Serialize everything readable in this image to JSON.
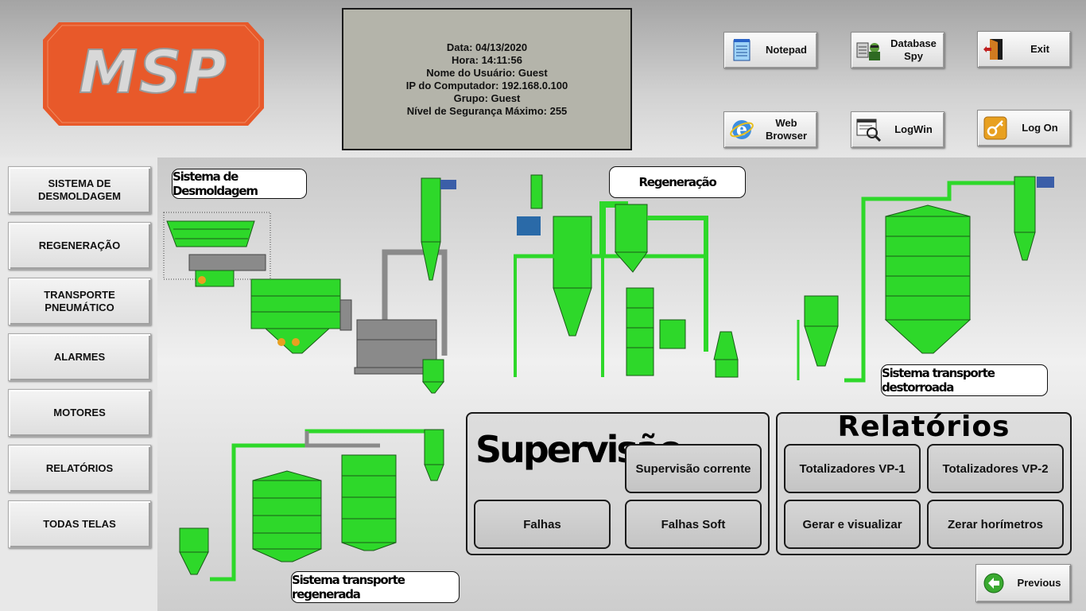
{
  "logo": {
    "text": "MSP",
    "color": "#e8592a"
  },
  "info": {
    "lines": [
      "Data: 04/13/2020",
      "Hora: 14:11:56",
      "Nome do Usuário: Guest",
      "IP do Computador: 192.168.0.100",
      "Grupo: Guest",
      "Nível de Segurança Máximo: 255"
    ]
  },
  "toolbar": {
    "notepad": {
      "label": "Notepad",
      "icon": "notepad-icon"
    },
    "database_spy": {
      "label1": "Database",
      "label2": "Spy",
      "icon": "database-spy-icon"
    },
    "exit": {
      "label": "Exit",
      "icon": "exit-door-icon"
    },
    "web_browser": {
      "label1": "Web",
      "label2": "Browser",
      "icon": "web-browser-icon"
    },
    "logwin": {
      "label": "LogWin",
      "icon": "logwin-icon"
    },
    "logon": {
      "label": "Log On",
      "icon": "key-icon"
    }
  },
  "nav": [
    {
      "line1": "SISTEMA DE",
      "line2": "DESMOLDAGEM"
    },
    {
      "line1": "REGENERAÇÃO",
      "line2": ""
    },
    {
      "line1": "TRANSPORTE",
      "line2": "PNEUMÁTICO"
    },
    {
      "line1": "ALARMES",
      "line2": ""
    },
    {
      "line1": "MOTORES",
      "line2": ""
    },
    {
      "line1": "RELATÓRIOS",
      "line2": ""
    },
    {
      "line1": "TODAS TELAS",
      "line2": ""
    }
  ],
  "diagram_labels": {
    "desmoldagem": "Sistema de Desmoldagem",
    "regeneracao": "Regeneração",
    "destorroada": "Sistema transporte destorroada",
    "regenerada": "Sistema transporte regenerada"
  },
  "supervisao": {
    "title": "Supervisão",
    "corrente": "Supervisão corrente",
    "falhas": "Falhas",
    "falhas_soft": "Falhas Soft"
  },
  "relatorios": {
    "title": "Relatórios",
    "vp1": "Totalizadores VP-1",
    "vp2": "Totalizadores VP-2",
    "gerar": "Gerar e visualizar",
    "zerar": "Zerar horímetros"
  },
  "previous": {
    "label": "Previous",
    "icon": "back-arrow-icon"
  },
  "colors": {
    "equipment": "#2ed82a",
    "equipment_dark": "#1a7a18",
    "gray_equipment": "#8a8a8a",
    "accent": "#e8592a"
  }
}
